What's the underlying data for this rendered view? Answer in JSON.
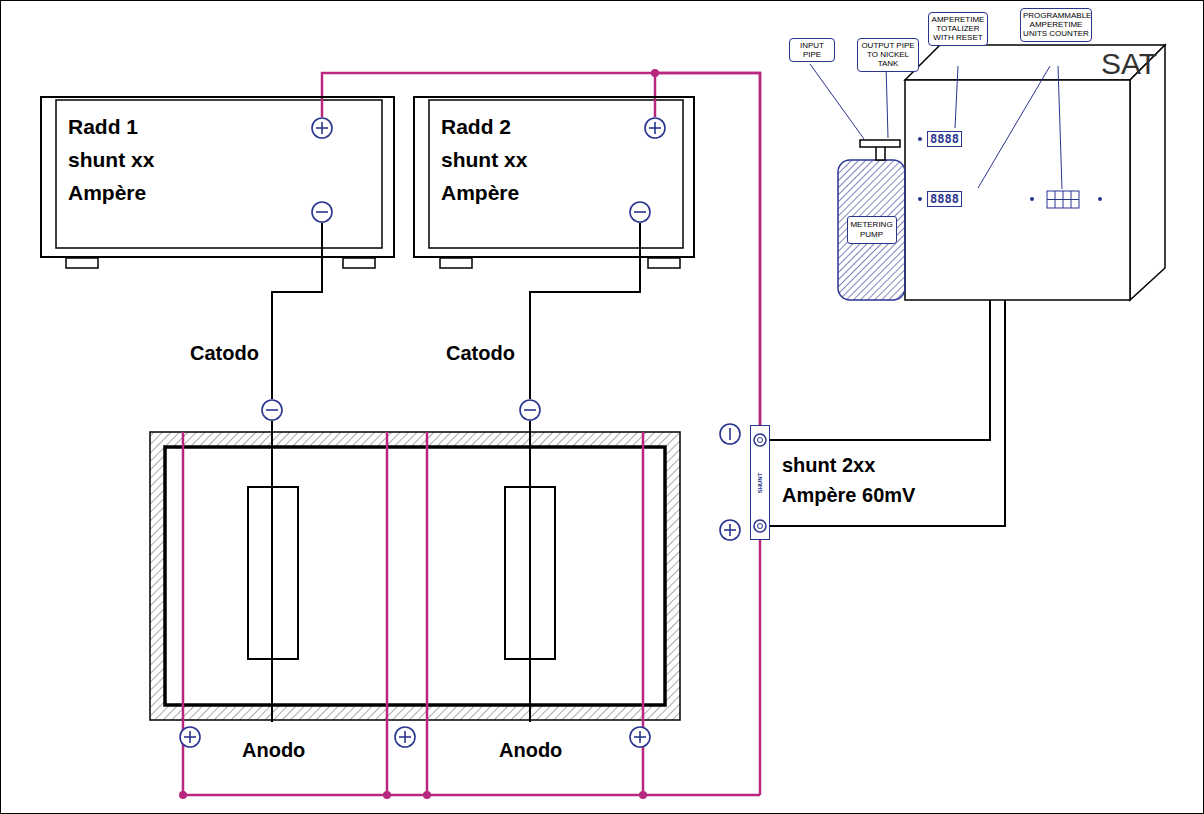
{
  "diagram": {
    "nodes": [
      {
        "text": [
          "Radd 1 shunt xx Ampère"
        ]
      },
      {
        "text": [
          "Radd 2 shunt xx Ampère"
        ]
      },
      {
        "text": [
          "INPUT PIPE"
        ]
      },
      {
        "text": [
          "OUTPUT PIPE TO NICKEL TANK"
        ]
      },
      {
        "text": [
          "AMPERETIME TOTALIZER WITH RESET"
        ]
      },
      {
        "text": [
          "PROGRAMMABLE AMPERETIME UNITS COUNTER"
        ]
      },
      {
        "text": [
          "METERING PUMP"
        ]
      },
      {
        "text": [
          "SAT"
        ]
      },
      {
        "text": [
          "SHUNT"
        ]
      }
    ],
    "edges": [
      {
        "from": 0,
        "to": 8,
        "arrow": "none"
      },
      {
        "from": 1,
        "to": 8,
        "arrow": "none"
      },
      {
        "from": 8,
        "to": 7,
        "arrow": "none"
      },
      {
        "from": 8,
        "to": 7,
        "arrow": "none"
      }
    ],
    "labels": [
      "Catodo",
      "Catodo",
      "Anodo",
      "Anodo",
      "shunt 2xx Ampère 60mV",
      "8888",
      "8888"
    ]
  }
}
